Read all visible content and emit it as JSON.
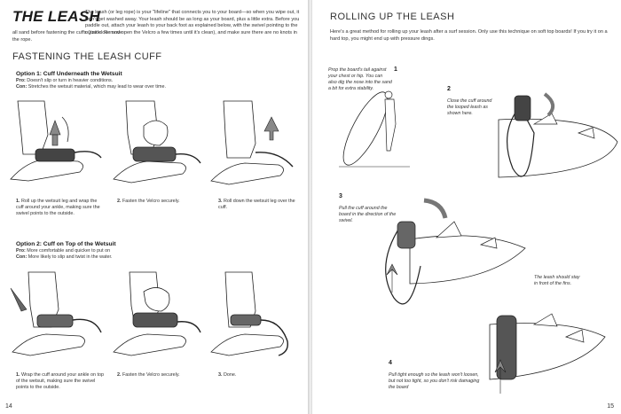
{
  "left": {
    "title": "THE LEASH",
    "intro_1": "The leash (or leg rope) is your \"lifeline\" that connects you to your board—so when you wipe out, it won't get washed away. Your leash should be as long as your board, plus a little extra. Before you paddle out, attach your leash to your back foot as explained below, with the swivel pointing to the outside. Remove",
    "intro_2": "all sand before fastening the cuffs (just close and open the Velcro a few times until it's clean), and make sure there are no knots in the rope.",
    "section_title": "FASTENING THE LEASH CUFF",
    "option1": {
      "title": "Option 1: Cuff Underneath the Wetsuit",
      "pro_label": "Pro:",
      "pro": "Doesn't slip or turn in heavier conditions.",
      "con_label": "Con:",
      "con": "Stretches the wetsuit material, which may lead to wear over time.",
      "steps": [
        {
          "num": "1.",
          "text": "Roll up the wetsuit leg and wrap the cuff around your ankle, making sure the swivel points to the outside."
        },
        {
          "num": "2.",
          "text": "Fasten the Velcro securely."
        },
        {
          "num": "3.",
          "text": "Roll down the wetsuit leg over the cuff."
        }
      ]
    },
    "option2": {
      "title": "Option 2: Cuff on Top of the Wetsuit",
      "pro_label": "Pro:",
      "pro": "More comfortable and quicker to put on",
      "con_label": "Con:",
      "con": "More likely to slip and twist in the water.",
      "steps": [
        {
          "num": "1.",
          "text": "Wrap the cuff around your ankle on top of the wetsuit, making sure the swivel points to the outside."
        },
        {
          "num": "2.",
          "text": "Fasten the Velcro securely."
        },
        {
          "num": "3.",
          "text": "Done."
        }
      ]
    },
    "page_number": "14"
  },
  "right": {
    "title": "ROLLING UP THE LEASH",
    "intro": "Here's a great method for rolling up your leash after a surf session. Only use this technique on soft top boards! If you try it on a hard top, you might end up with pressure dings.",
    "steps": [
      {
        "num": "1",
        "text": "Prop the board's tail against your chest or hip. You can also dig the nose into the sand a bit for extra stability."
      },
      {
        "num": "2",
        "text": "Close the cuff around the looped leash as shown here."
      },
      {
        "num": "3",
        "text": "Pull the cuff around the board in the direction of the swivel."
      },
      {
        "num": "4",
        "text": "Pull tight enough so the leash won't loosen, but not too tight, so you don't risk damaging the board"
      }
    ],
    "side_note": "The leash should stay in front of the fins.",
    "page_number": "15"
  }
}
